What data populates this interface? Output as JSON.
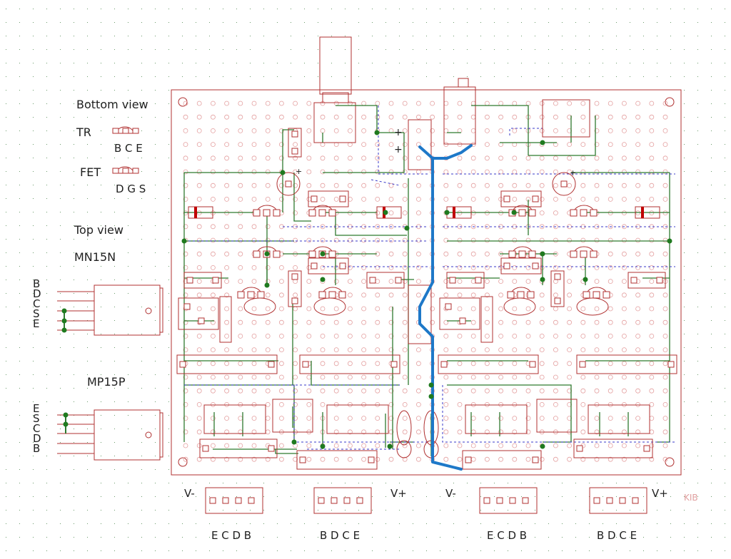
{
  "legend": {
    "bottom_view": "Bottom view",
    "tr": "TR",
    "tr_pins": "B C E",
    "fet": "FET",
    "fet_pins": "D G S",
    "top_view": "Top view",
    "mn15n": "MN15N",
    "mn15n_pins": [
      "B",
      "D",
      "C",
      "S",
      "E"
    ],
    "mp15p": "MP15P",
    "mp15p_pins": [
      "E",
      "S",
      "C",
      "D",
      "B"
    ]
  },
  "board": {
    "cap_plus": "+"
  },
  "connectors": [
    {
      "side_label": "V-",
      "pins": "E C D B"
    },
    {
      "side_label": "V+",
      "pins": "B D C E"
    },
    {
      "side_label": "V-",
      "pins": "E C D B"
    },
    {
      "side_label": "V+",
      "pins": "B D C E"
    }
  ],
  "watermark": "KIB",
  "colors": {
    "outline": "#b03030",
    "wire": "#2f7a2f",
    "jumper": "#3a3ac8",
    "power_trace": "#1e78c8",
    "diode_band": "#c00000"
  }
}
